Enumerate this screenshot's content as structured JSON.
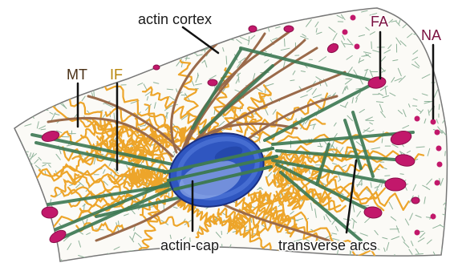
{
  "diagram": {
    "labels": {
      "actin_cortex": {
        "text": "actin cortex",
        "color": "#1a1a1a"
      },
      "fa": {
        "text": "FA",
        "color": "#7a1040"
      },
      "na": {
        "text": "NA",
        "color": "#7a1040"
      },
      "mt": {
        "text": "MT",
        "color": "#4a3016"
      },
      "if": {
        "text": "IF",
        "color": "#b8860b"
      },
      "actin_cap": {
        "text": "actin-cap",
        "color": "#1a1a1a"
      },
      "transverse_arcs": {
        "text": "transverse arcs",
        "color": "#1a1a1a"
      }
    },
    "colors": {
      "cell_outline": "#777777",
      "cell_fill": "#fbfaf6",
      "actin_mesh": "#8fb39a",
      "stress_fiber": "#3f7a55",
      "microtubule": "#9a6a4a",
      "intermediate_filament": "#eda52a",
      "nucleus": "#2f56c0",
      "nucleus_highlight": "#a9c0f0",
      "adhesion": "#c2186b",
      "leader_line": "#111111"
    },
    "components": [
      {
        "id": "cell-body",
        "name": "cell body"
      },
      {
        "id": "actin-mesh",
        "name": "actin cortex mesh"
      },
      {
        "id": "intermediate-filaments",
        "name": "intermediate filaments"
      },
      {
        "id": "microtubules",
        "name": "microtubules"
      },
      {
        "id": "stress-fibers",
        "name": "stress fibers"
      },
      {
        "id": "nucleus",
        "name": "nucleus"
      },
      {
        "id": "focal-adhesions",
        "name": "focal adhesions"
      },
      {
        "id": "nascent-adhesions",
        "name": "nascent adhesions"
      }
    ]
  }
}
